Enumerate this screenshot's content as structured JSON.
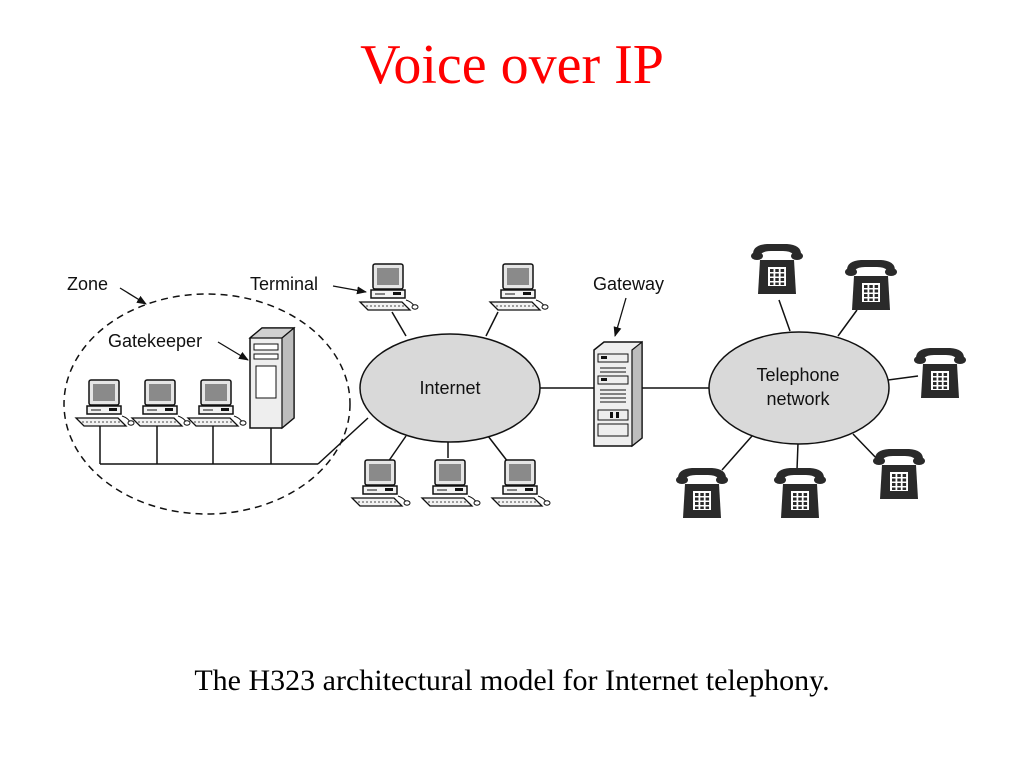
{
  "slide": {
    "title": "Voice over IP",
    "caption": "The H323 architectural model for Internet telephony."
  },
  "diagram": {
    "labels": {
      "zone": "Zone",
      "terminal": "Terminal",
      "gatekeeper": "Gatekeeper",
      "internet": "Internet",
      "gateway": "Gateway",
      "telephone_line1": "Telephone",
      "telephone_line2": "network"
    },
    "colors": {
      "title": "#ff0000",
      "line": "#222222",
      "ellipse_fill": "#d9d9d9",
      "phone": "#2a2a2a"
    },
    "icons": [
      "pc-terminal-icon",
      "server-tower-icon",
      "gateway-rack-icon",
      "telephone-icon"
    ]
  }
}
